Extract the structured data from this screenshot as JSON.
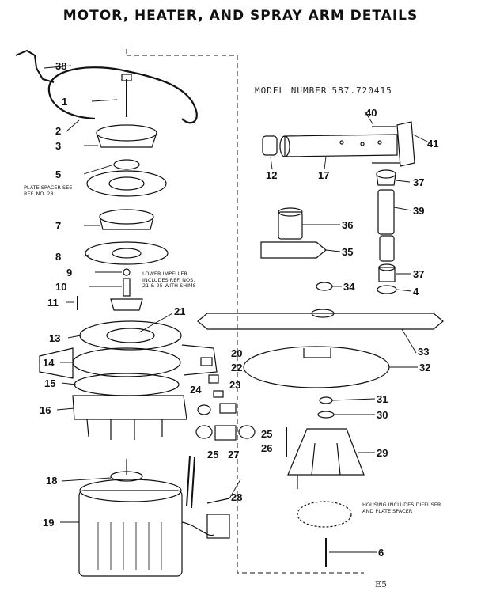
{
  "title": "MOTOR, HEATER, AND SPRAY ARM DETAILS",
  "model": {
    "label": "MODEL NUMBER",
    "number": "587.720415"
  },
  "notes": {
    "plate_spacer": [
      "PLATE SPACER-SEE",
      "REF. NO. 28"
    ],
    "lower_impeller": [
      "LOWER IMPELLER",
      "INCLUDES REF. NOS.",
      "21 & 25 WITH SHIMS"
    ],
    "housing": [
      "HOUSING INCLUDES DIFFUSER",
      "AND PLATE SPACER"
    ]
  },
  "callouts": [
    "38",
    "1",
    "2",
    "3",
    "5",
    "7",
    "8",
    "9",
    "10",
    "11",
    "13",
    "14",
    "15",
    "16",
    "18",
    "19",
    "21",
    "20",
    "22",
    "23",
    "24",
    "25",
    "27",
    "25",
    "26",
    "28",
    "40",
    "41",
    "12",
    "17",
    "37",
    "39",
    "36",
    "35",
    "37",
    "4",
    "34",
    "33",
    "32",
    "31",
    "30",
    "29",
    "6"
  ],
  "page_number": "E5"
}
